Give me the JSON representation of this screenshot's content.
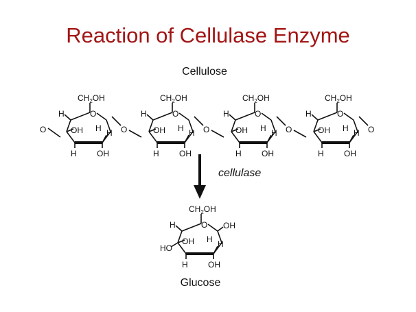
{
  "title": "Reaction of Cellulase Enzyme",
  "polymer": {
    "label": "Cellulose",
    "units": [
      {
        "ch2oh": "CH2OH",
        "ring_o": "O",
        "h_top": "H",
        "oh_left": "OH",
        "h_mid": "H",
        "h_right": "H",
        "h_bottom": "H",
        "oh_bottom": "OH"
      },
      {
        "ch2oh": "CH2OH",
        "ring_o": "O",
        "h_top": "H",
        "oh_left": "OH",
        "h_mid": "H",
        "h_right": "H",
        "h_bottom": "H",
        "oh_bottom": "OH"
      },
      {
        "ch2oh": "CH2OH",
        "ring_o": "O",
        "h_top": "H",
        "oh_left": "OH",
        "h_mid": "H",
        "h_right": "H",
        "h_bottom": "H",
        "oh_bottom": "OH"
      },
      {
        "ch2oh": "CH2OH",
        "ring_o": "O",
        "h_top": "H",
        "oh_left": "OH",
        "h_mid": "H",
        "h_right": "H",
        "h_bottom": "H",
        "oh_bottom": "OH"
      }
    ],
    "bridge_oxygen": "O"
  },
  "enzyme": "cellulase",
  "product": {
    "label": "Glucose",
    "ch2oh": "CH2OH",
    "ring_o": "O",
    "oh_right": "OH",
    "h_top_left": "H",
    "oh_left": "OH",
    "h_mid": "H",
    "h_right": "H",
    "ho_left": "HO",
    "h_bottom": "H",
    "oh_bottom": "OH"
  }
}
